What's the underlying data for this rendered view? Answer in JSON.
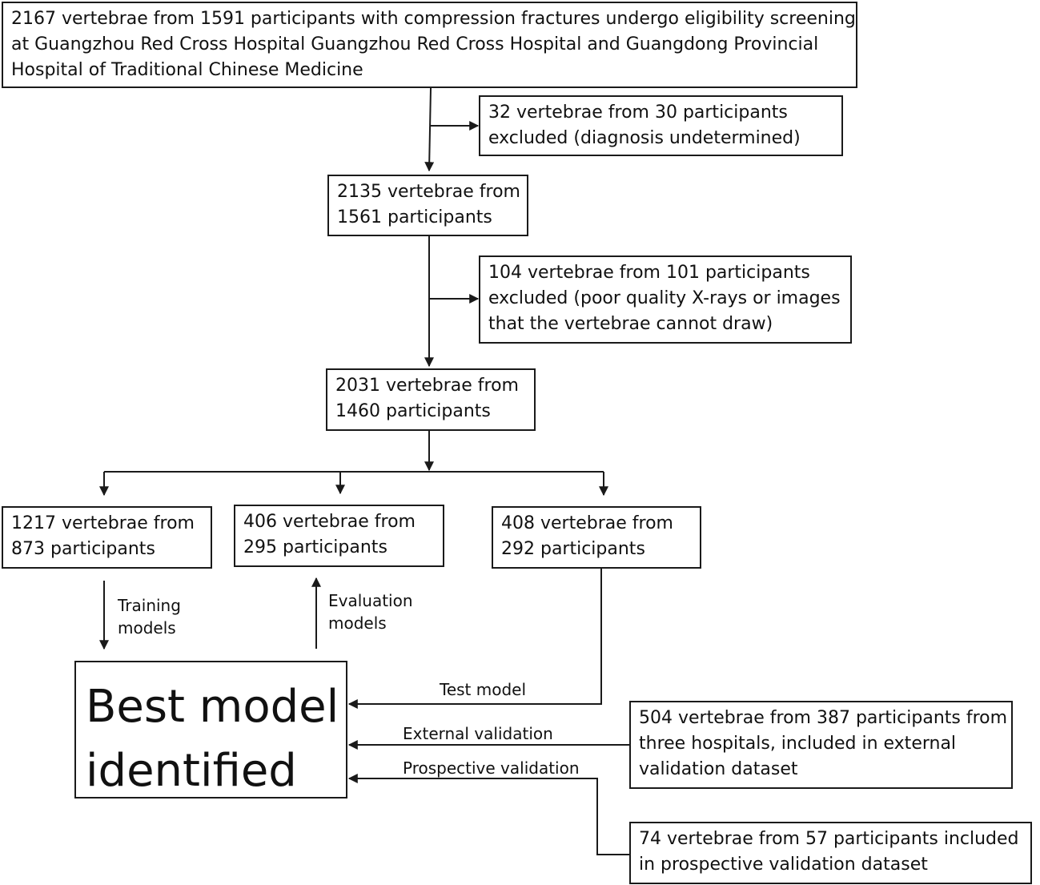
{
  "nodes": {
    "screening": {
      "lines": [
        "2167 vertebrae from 1591 participants with compression fractures undergo eligibility screening",
        "at Guangzhou Red Cross Hospital Guangzhou Red Cross Hospital and Guangdong Provincial",
        "Hospital of Traditional Chinese Medicine"
      ]
    },
    "exclusion1": {
      "lines": [
        "32 vertebrae from 30 participants",
        "excluded (diagnosis undetermined)"
      ]
    },
    "after_exclusion1": {
      "lines": [
        "2135 vertebrae from",
        "1561 participants"
      ]
    },
    "exclusion2": {
      "lines": [
        "104 vertebrae from 101 participants",
        "excluded (poor quality X-rays or images",
        "that the vertebrae cannot draw)"
      ]
    },
    "after_exclusion2": {
      "lines": [
        "2031 vertebrae from",
        "1460 participants"
      ]
    },
    "training_set": {
      "lines": [
        "1217 vertebrae from",
        "873 participants"
      ]
    },
    "evaluation_set": {
      "lines": [
        "406 vertebrae from",
        "295 participants"
      ]
    },
    "test_set": {
      "lines": [
        "408 vertebrae from",
        "292 participants"
      ]
    },
    "best_model": {
      "lines": [
        "Best model",
        "identified"
      ]
    },
    "external_set": {
      "lines": [
        "504 vertebrae from 387 participants from",
        "three hospitals, included in external",
        "validation dataset"
      ]
    },
    "prospective_set": {
      "lines": [
        "74 vertebrae from 57 participants  included",
        "in prospective validation dataset"
      ]
    }
  },
  "edge_labels": {
    "training": [
      "Training",
      "models"
    ],
    "evaluation": [
      "Evaluation",
      "models"
    ],
    "test": "Test model",
    "external": "External validation",
    "prospective": "Prospective validation"
  }
}
